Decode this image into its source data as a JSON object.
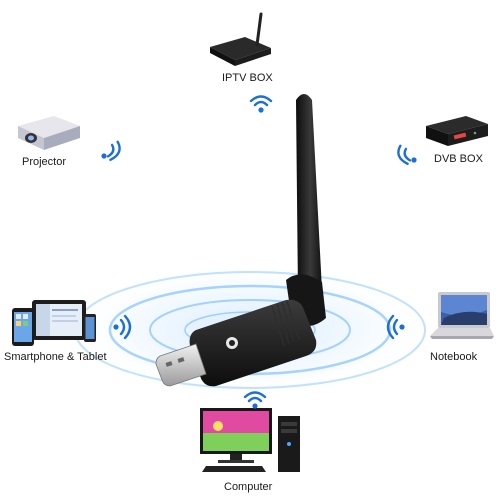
{
  "devices": {
    "iptv_box": {
      "label": "IPTV BOX"
    },
    "projector": {
      "label": "Projector"
    },
    "dvb_box": {
      "label": "DVB BOX"
    },
    "smartphone_tablet": {
      "label": "Smartphone & Tablet"
    },
    "notebook": {
      "label": "Notebook"
    },
    "computer": {
      "label": "Computer"
    }
  },
  "colors": {
    "wifi_signal": "#1c6fd6",
    "ring_glow": "#9fd0ff",
    "adapter_body": "#1b1b1b",
    "usb_plug": "#d9d9d9"
  },
  "icons": {
    "wifi": "wifi-signal-icon",
    "adapter": "usb-wifi-adapter",
    "antenna": "antenna"
  }
}
